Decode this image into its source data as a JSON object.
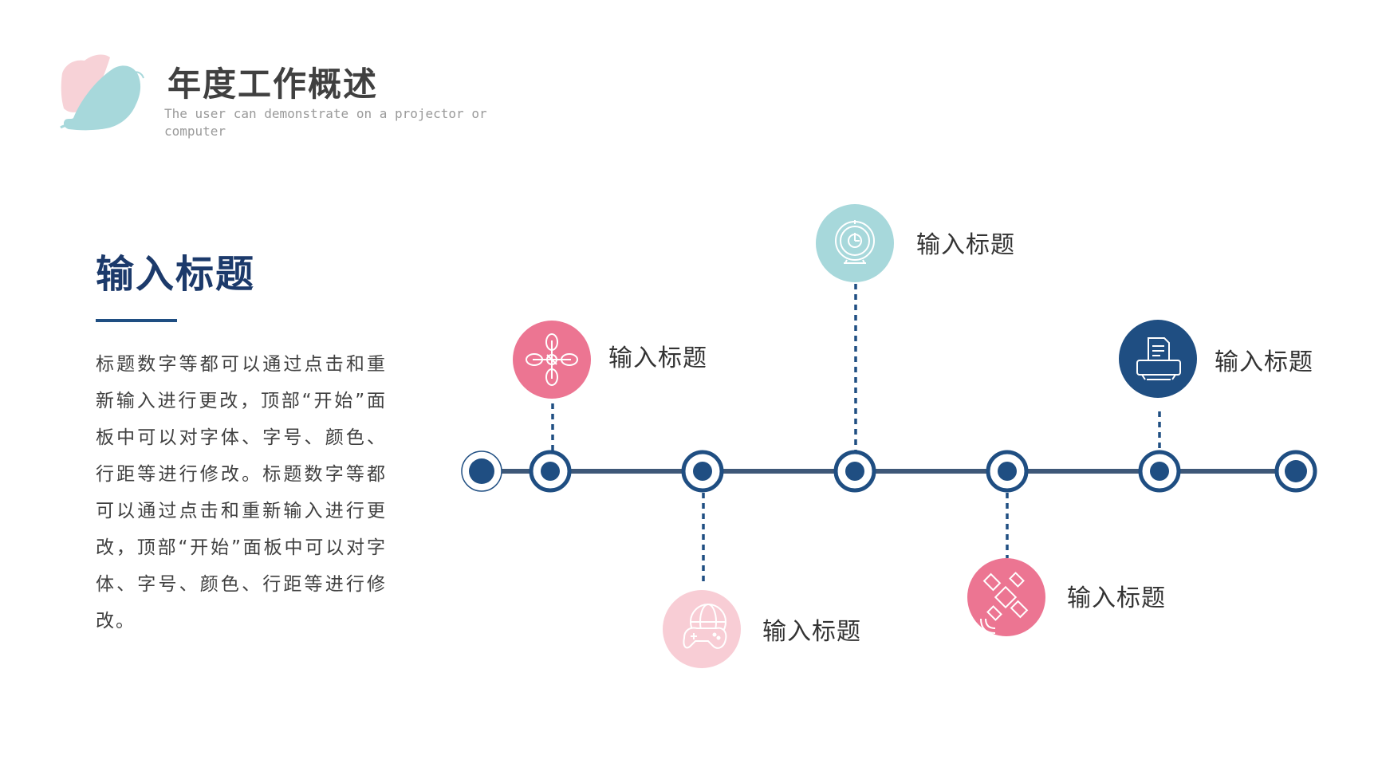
{
  "header": {
    "title": "年度工作概述",
    "subtitle": "The user can demonstrate on a projector or computer"
  },
  "section": {
    "title": "输入标题",
    "body": "标题数字等都可以通过点击和重新输入进行更改，顶部“开始”面板中可以对字体、字号、颜色、行距等进行修改。标题数字等都可以通过点击和重新输入进行更改，顶部“开始”面板中可以对字体、字号、颜色、行距等进行修改。"
  },
  "timeline": {
    "items": [
      {
        "label": "输入标题",
        "icon": "drone-icon",
        "color": "#ec7592",
        "position": "above"
      },
      {
        "label": "输入标题",
        "icon": "game-controller-icon",
        "color": "#f8cdd5",
        "position": "below"
      },
      {
        "label": "输入标题",
        "icon": "timer-icon",
        "color": "#a7d8db",
        "position": "above"
      },
      {
        "label": "输入标题",
        "icon": "satellite-icon",
        "color": "#ec7592",
        "position": "below"
      },
      {
        "label": "输入标题",
        "icon": "printer-icon",
        "color": "#1f4e82",
        "position": "above"
      }
    ]
  },
  "colors": {
    "navy": "#1f4e82",
    "line": "#3e5878",
    "pink": "#ec7592",
    "light_pink": "#f8cdd5",
    "teal": "#a7d8db"
  }
}
